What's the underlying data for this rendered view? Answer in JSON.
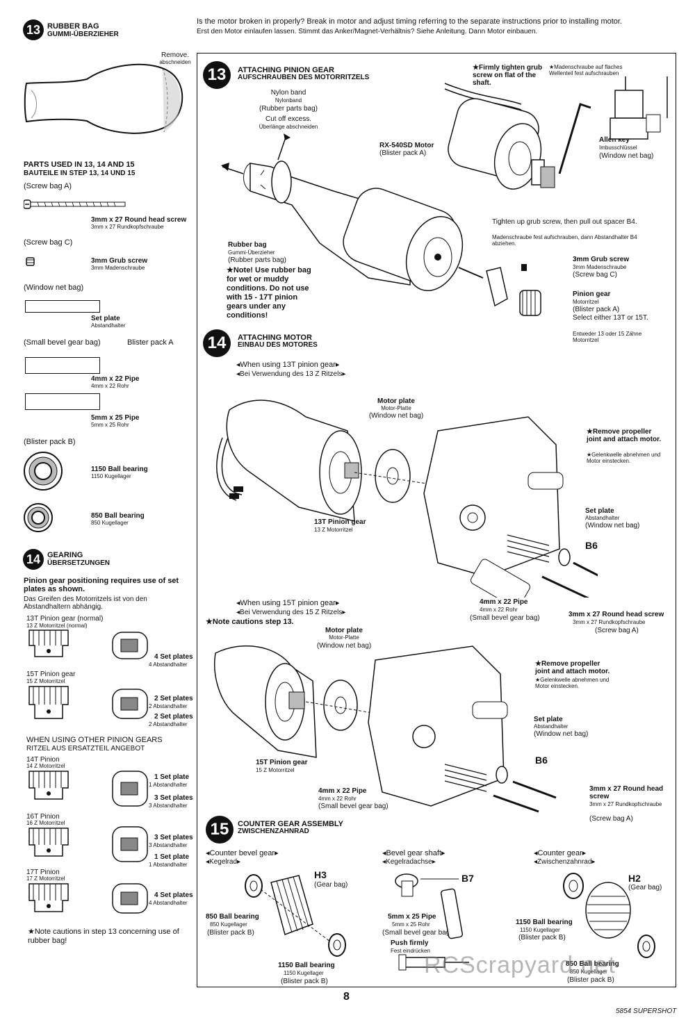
{
  "header": {
    "en": "Is the motor broken in properly? Break in motor and adjust timing referring to the separate instructions prior to installing motor.",
    "de": "Erst den Motor einlaufen lassen. Stimmt das Anker/Magnet-Verhältnis? Siehe Anleitung. Dann Motor einbauen."
  },
  "left": {
    "rubber_bag": {
      "num": "13",
      "title_en": "RUBBER BAG",
      "title_de": "GUMMI-ÜBERZIEHER",
      "remove_en": "Remove.",
      "remove_de": "abschneiden"
    },
    "parts": {
      "title_en": "PARTS USED IN 13, 14 AND 15",
      "title_de": "BAUTEILE IN STEP 13, 14 UND 15",
      "screw_bag_a": "(Screw bag A)",
      "screw_27_en": "3mm x 27 Round head screw",
      "screw_27_de": "3mm x 27 Rundkopfschraube",
      "screw_bag_c": "(Screw bag C)",
      "grub_en": "3mm Grub screw",
      "grub_de": "3mm Madenschraube",
      "window_net_bag": "(Window net bag)",
      "set_plate_en": "Set plate",
      "set_plate_de": "Abstandhalter",
      "small_bevel_bag": "(Small bevel gear bag)",
      "blister_a": "Blister pack A",
      "pipe22_en": "4mm x 22 Pipe",
      "pipe22_de": "4mm x 22 Rohr",
      "pipe25_en": "5mm x 25 Pipe",
      "pipe25_de": "5mm x 25 Rohr",
      "blister_b": "(Blister pack B)",
      "bb1150_en": "1150 Ball bearing",
      "bb1150_de": "1150 Kugellager",
      "bb850_en": "850 Ball bearing",
      "bb850_de": "850 Kugellager"
    },
    "gearing": {
      "num": "14",
      "title_en": "GEARING",
      "title_de": "ÜBERSETZUNGEN",
      "intro_en": "Pinion gear positioning requires use of set plates as shown.",
      "intro_de": "Das Greifen des Motorritzels ist von den Abstandhaltern abhängig.",
      "p13_en": "13T Pinion gear (normal)",
      "p13_de": "13 Z Motorritzel (normal)",
      "p13_sets_en": "4 Set plates",
      "p13_sets_de": "4 Abstandhalter",
      "p15_en": "15T Pinion gear",
      "p15_de": "15 Z Motorritzel",
      "p15_a_en": "2 Set plates",
      "p15_a_de": "2 Abstandhalter",
      "p15_b_en": "2 Set plates",
      "p15_b_de": "2 Abstandhalter",
      "other_en": "WHEN USING OTHER PINION GEARS",
      "other_de": "RITZEL AUS ERSATZTEIL ANGEBOT",
      "p14_en": "14T Pinion",
      "p14_de": "14 Z Motorritzel",
      "p14_a_en": "1 Set plate",
      "p14_a_de": "1 Abstandhalter",
      "p14_b_en": "3 Set plates",
      "p14_b_de": "3 Abstandhalter",
      "p16_en": "16T Pinion",
      "p16_de": "16 Z Motorritzel",
      "p16_a_en": "3 Set plates",
      "p16_a_de": "3 Abstandhalter",
      "p16_b_en": "1 Set plate",
      "p16_b_de": "1 Abstandhalter",
      "p17_en": "17T Pinion",
      "p17_de": "17 Z Motorritzel",
      "p17_a_en": "4 Set plates",
      "p17_a_de": "4 Abstandhalter",
      "note": "★Note cautions in step 13 concerning use of rubber bag!"
    }
  },
  "step13": {
    "num": "13",
    "title_en": "ATTACHING PINION GEAR",
    "title_de": "AUFSCHRAUBEN DES MOTORRITZELS",
    "nylon_en": "Nylon band",
    "nylon_de": "Nylonband",
    "nylon_bag": "(Rubber parts bag)",
    "cut_en": "Cut off excess.",
    "cut_de": "Überlänge abschneiden",
    "motor_en": "RX-540SD Motor",
    "motor_bag": "(Blister pack A)",
    "tighten_en": "★Firmly tighten grub screw on flat of the shaft.",
    "tighten_de": "★Madenschraube auf flaches Wellenteil fest aufschrauben",
    "allen_en": "Allen key",
    "allen_de": "Imbusschlüssel",
    "allen_bag": "(Window net bag)",
    "rubber_en": "Rubber bag",
    "rubber_de": "Gummi-Überzieher",
    "rubber_bag": "(Rubber parts bag)",
    "note": "★Note! Use rubber bag for wet or muddy conditions. Do not use with 15 - 17T pinion gears under any conditions!",
    "tighten2_en": "Tighten up grub screw, then pull out spacer B4.",
    "tighten2_de": "Madenschraube fest aufschrauben, dann Abstandhalter B4 abziehen.",
    "grub_en": "3mm Grub screw",
    "grub_de": "3mm Madenschraube",
    "grub_bag": "(Screw bag C)",
    "pinion_en": "Pinion gear",
    "pinion_de": "Motorritzel",
    "pinion_bag": "(Blister pack A)",
    "select_en": "Select either 13T or 15T.",
    "select_de": "Entweder 13 oder 15 Zähne Motorritzel"
  },
  "step14": {
    "num": "14",
    "title_en": "ATTACHING MOTOR",
    "title_de": "EINBAU DES MOTORES",
    "when13_en": "◂When using 13T pinion gear▸",
    "when13_de": "◂Bei Verwendung des 13 Z Ritzels▸",
    "plate_en": "Motor plate",
    "plate_de": "Motor-Platte",
    "plate_bag": "(Window net bag)",
    "remove_en": "★Remove propeller joint and attach motor.",
    "remove_de": "★Gelenkwelle abnehmen und Motor einstecken.",
    "setplate_en": "Set plate",
    "setplate_de": "Abstandhalter",
    "setplate_bag": "(Window net bag)",
    "b6": "B6",
    "p13_en": "13T Pinion gear",
    "p13_de": "13 Z Motorritzel",
    "pipe_en": "4mm x 22 Pipe",
    "pipe_de": "4mm x 22 Rohr",
    "pipe_bag": "(Small bevel gear bag)",
    "screw_en": "3mm x 27 Round head screw",
    "screw_de": "3mm x 27 Rundkopfschraube",
    "screw_bag": "(Screw bag A)",
    "when15_en": "◂When using 15T pinion gear▸",
    "when15_de": "◂Bei Verwendung des 15 Z Ritzels▸",
    "note13": "★Note cautions step 13.",
    "plate2_en": "Motor plate",
    "plate2_de": "Motor-Platte",
    "plate2_bag": "(Window net bag)",
    "remove2_en": "★Remove propeller joint and attach motor.",
    "remove2_de": "★Gelenkwelle abnehmen und Motor einstecken.",
    "setplate2_en": "Set plate",
    "setplate2_de": "Abstandhalter",
    "setplate2_bag": "(Window net bag)",
    "b6b": "B6",
    "p15_en": "15T Pinion gear",
    "p15_de": "15 Z Motorritzel",
    "pipe2_en": "4mm x 22 Pipe",
    "pipe2_de": "4mm x 22 Rohr",
    "pipe2_bag": "(Small bevel gear bag)",
    "screw2_en": "3mm x 27 Round head screw",
    "screw2_de": "3mm x 27 Rundkopfschraube",
    "screw2_bag": "(Screw bag A)"
  },
  "step15": {
    "num": "15",
    "title_en": "COUNTER GEAR ASSEMBLY",
    "title_de": "ZWISCHENZAHNRAD",
    "cbg_en": "◂Counter bevel gear▸",
    "cbg_de": "◂Kegelrad▸",
    "h3": "H3",
    "h3_bag": "(Gear bag)",
    "bb850_en": "850 Ball bearing",
    "bb850_de": "850 Kugellager",
    "bb850_bag": "(Blister pack B)",
    "bb1150_en": "1150 Ball bearing",
    "bb1150_de": "1150 Kugellager",
    "bb1150_bag": "(Blister pack B)",
    "bgs_en": "◂Bevel gear shaft▸",
    "bgs_de": "◂Kegelradachse▸",
    "b7": "B7",
    "pipe_en": "5mm x 25 Pipe",
    "pipe_de": "5mm x 25 Rohr",
    "pipe_bag": "(Small bevel gear bag)",
    "push_en": "Push firmly",
    "push_de": "Fest eindrücken",
    "cg_en": "◂Counter gear▸",
    "cg_de": "◂Zwischenzahnrad▸",
    "h2": "H2",
    "h2_bag": "(Gear bag)",
    "bb1150b_en": "1150 Ball bearing",
    "bb1150b_de": "1150 Kugellager",
    "bb1150b_bag": "(Blister pack B)",
    "bb850b_en": "850 Ball bearing",
    "bb850b_de": "850 Kugellager",
    "bb850b_bag": "(Blister pack B)"
  },
  "footer": {
    "page": "8",
    "code": "5854 SUPERSHOT",
    "watermark": "RCScrapyard.net"
  }
}
